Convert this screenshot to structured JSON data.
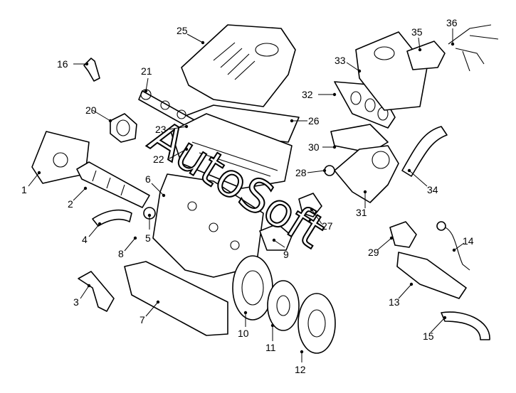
{
  "watermark": "AutoSoft",
  "labels": [
    "1",
    "2",
    "3",
    "4",
    "5",
    "6",
    "7",
    "8",
    "9",
    "10",
    "11",
    "12",
    "13",
    "14",
    "15",
    "16",
    "20",
    "21",
    "22",
    "23",
    "25",
    "26",
    "27",
    "28",
    "29",
    "30",
    "31",
    "32",
    "33",
    "34",
    "35",
    "36"
  ]
}
